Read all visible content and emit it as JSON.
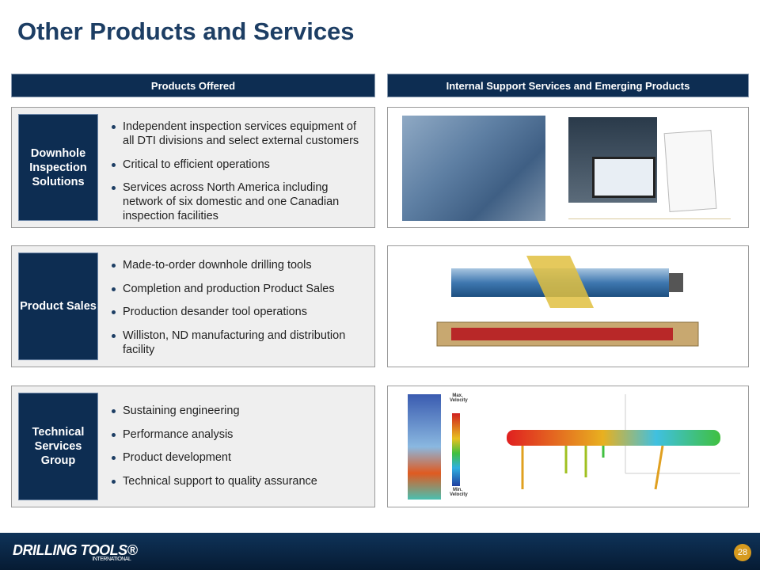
{
  "title": "Other Products and Services",
  "headers": {
    "left": "Products Offered",
    "right": "Internal Support Services and Emerging Products"
  },
  "rows": [
    {
      "label": "Downhole Inspection Solutions",
      "bullets": [
        "Independent inspection services equipment of all DTI divisions and select external customers",
        "Critical to efficient operations",
        "Services across North America including network of six domestic and one Canadian inspection facilities"
      ]
    },
    {
      "label": "Product Sales",
      "bullets": [
        "Made-to-order downhole drilling tools",
        "Completion and production Product Sales",
        "Production desander tool operations",
        "Williston, ND manufacturing and distribution facility"
      ]
    },
    {
      "label": "Technical Services Group",
      "bullets": [
        "Sustaining engineering",
        "Performance analysis",
        "Product development",
        "Technical support to quality assurance"
      ]
    }
  ],
  "velocity": {
    "max": "Max. Velocity",
    "min": "Min. Velocity"
  },
  "footer": {
    "logo": "DRILLING TOOLS®",
    "logo_sub": "INTERNATIONAL",
    "page": "28"
  }
}
